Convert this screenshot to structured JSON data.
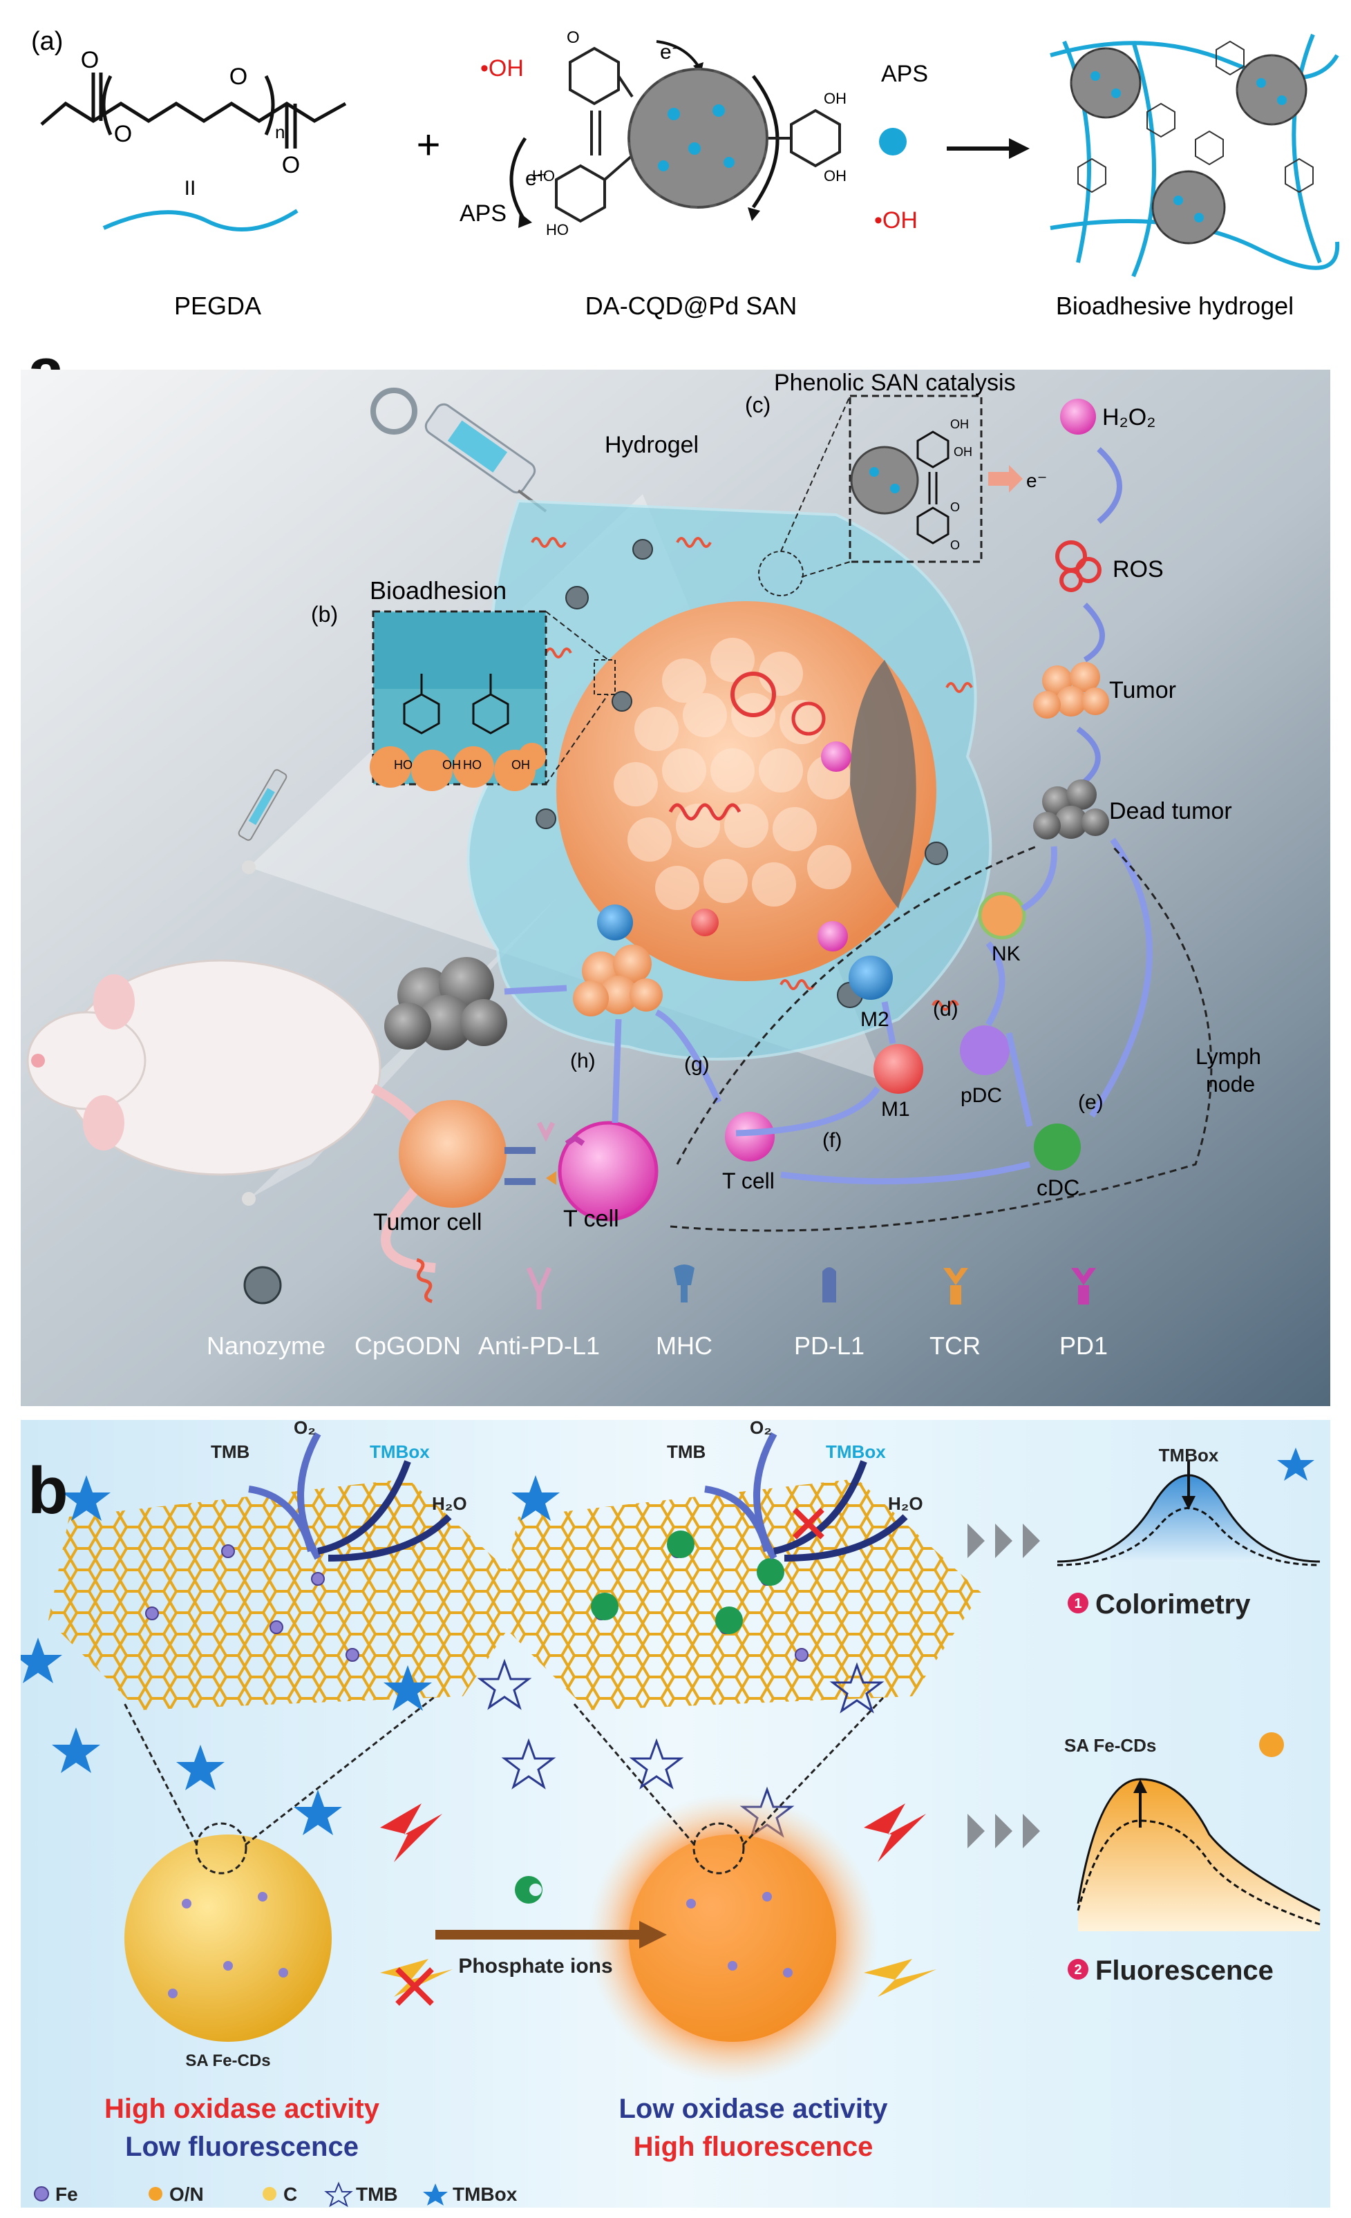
{
  "top": {
    "label": "(a)",
    "n": "n",
    "eq": "II",
    "plus": "+",
    "oh_left": "•OH",
    "oh_right": "•OH",
    "e_top": "e⁻",
    "e_mid": "e⁻",
    "aps_left": "APS",
    "aps_right": "APS",
    "left_caption": "PEGDA",
    "mid_caption": "DA-CQD@Pd SAN",
    "right_caption": "Bioadhesive hydrogel",
    "o_labels": [
      "O",
      "O",
      "O",
      "O"
    ],
    "ring_labels": [
      "O",
      "HO",
      "HO",
      "OH",
      "OH"
    ],
    "colors": {
      "cyan": "#1aa7d8",
      "red": "#e01818",
      "cage": "#7a7a7a"
    }
  },
  "panel_a": {
    "label": "a",
    "hydrogel": "Hydrogel",
    "catalysis": "Phenolic SAN catalysis",
    "c_label": "(c)",
    "b_label": "(b)",
    "bioadhesion": "Bioadhesion",
    "h2o2": "H₂O₂",
    "e": "e⁻",
    "ros": "ROS",
    "tumor": "Tumor",
    "dead_tumor": "Dead tumor",
    "nk": "NK",
    "m2": "M2",
    "d_label": "(d)",
    "pdc": "pDC",
    "m1": "M1",
    "lymph": "Lymph",
    "node": "node",
    "e_label": "(e)",
    "f_label": "(f)",
    "g_label": "(g)",
    "h_label": "(h)",
    "tcell": "T cell",
    "cdc": "cDC",
    "tumor_cell": "Tumor cell",
    "tcell2": "T cell",
    "ring_labels": [
      "OH",
      "OH",
      "O",
      "O",
      "HO",
      "OH",
      "HO",
      "OH"
    ],
    "legend": [
      "Nanozyme",
      "CpGODN",
      "Anti-PD-L1",
      "MHC",
      "PD-L1",
      "TCR",
      "PD1"
    ],
    "colors": {
      "bg_light": "#f2f3f4",
      "bg_dark": "#5b7386",
      "tumor": "#f4a06b",
      "gel": "#8fd3e3"
    }
  },
  "panel_b": {
    "label": "b",
    "tmb_left": "TMB",
    "o2_left": "O₂",
    "tmbox_left": "TMBox",
    "h2o_left": "H₂O",
    "tmb_mid": "TMB",
    "o2_mid": "O₂",
    "tmbox_mid": "TMBox",
    "h2o_mid": "H₂O",
    "sphere_label": "SA Fe-CDs",
    "phosphate": "Phosphate ions",
    "high_ox": "High oxidase activity",
    "low_fl": "Low fluorescence",
    "low_ox": "Low oxidase activity",
    "high_fl": "High fluorescence",
    "tmbox_chart": "TMBox",
    "num1": "1",
    "colorimetry": "Colorimetry",
    "safecds": "SA Fe-CDs",
    "num2": "2",
    "fluorescence": "Fluorescence",
    "legend": [
      "Fe",
      "O/N",
      "C",
      "TMB",
      "TMBox"
    ],
    "colors": {
      "red": "#e52b2b",
      "navy": "#2b3a8f",
      "star": "#1f7fd6",
      "gold": "#f1b52a",
      "bg": "#dff1fb"
    }
  }
}
